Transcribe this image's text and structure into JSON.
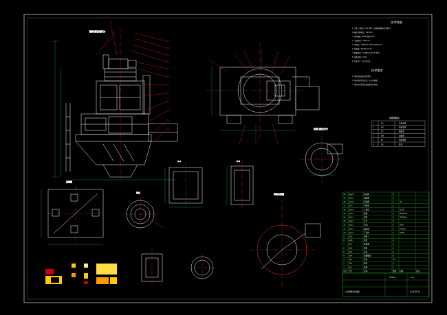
{
  "sheet": {
    "accent_colors": {
      "frame": "#d8d8d8",
      "drawing": "#ffffff",
      "leader": "#ff2020",
      "center_line": "#ff3030",
      "dimension": "#00d8d8",
      "table_green": "#19c419",
      "paint_yellow": "#ffcc00",
      "paint_orange": "#ff9900",
      "paint_red": "#cc0000"
    }
  },
  "technical_requirements": {
    "title": "技术性能",
    "lines": [
      "1. 产量：出料口1.2-1.8t/h（以普通硅酸盐水泥粉计）",
      "2. 最大给料粒度：≤25mm",
      "3. 出料细度：80μm筛余≤5%",
      "4. 主轴转速：180r/min",
      "5. 电动机：Y250M-4  55kW  1480r/min",
      "6. 减速器：ZLY250-31.5-I",
      "7. 配套风机：9-19No.6.3D  18.5kW",
      "8. 设备总重：约12t",
      "9. 外形尺寸：长×宽×高"
    ],
    "notes_title": "技术要求",
    "notes": [
      "1. 本机安装前应清洗零件。",
      "2. 各运动部件应灵活，无卡滞现象。",
      "3. 试车前应检查各部螺栓是否紧固。"
    ]
  },
  "small_table": {
    "title": "电器明细表",
    "rows": [
      [
        "1",
        "M1",
        "主电动机"
      ],
      [
        "2",
        "M2",
        "风机电机"
      ],
      [
        "3",
        "QF",
        "断路器"
      ],
      [
        "4",
        "KM",
        "接触器"
      ],
      [
        "5",
        "FR",
        "热继电器"
      ],
      [
        "6",
        "SB",
        "按钮"
      ]
    ]
  },
  "view_labels": {
    "main_view_note": "整机外形及安装尺寸",
    "foundation_label": "基础图",
    "section_a": "A-A",
    "section_b": "B-B",
    "flange_label": "法兰",
    "fan_label": "风机布置图",
    "fan_detail": "出风口法兰尺寸"
  },
  "bom": {
    "headers": [
      "序号",
      "代号",
      "名称",
      "数量",
      "材料",
      "备注"
    ],
    "rows": [
      [
        "20",
        "GJ-20",
        "电动机",
        "1",
        "",
        ""
      ],
      [
        "19",
        "GJ-19",
        "减速器",
        "1",
        "",
        ""
      ],
      [
        "18",
        "GJ-18",
        "联轴器",
        "1",
        "45",
        ""
      ],
      [
        "17",
        "GJ-17",
        "分级机",
        "1",
        "",
        ""
      ],
      [
        "16",
        "GJ-16",
        "上机体",
        "1",
        "Q235",
        ""
      ],
      [
        "15",
        "GJ-15",
        "磨辊",
        "4",
        "ZG65Mn",
        ""
      ],
      [
        "14",
        "GJ-14",
        "磨环",
        "1",
        "ZG65Mn",
        ""
      ],
      [
        "13",
        "GJ-13",
        "铲刀",
        "2",
        "",
        ""
      ],
      [
        "12",
        "GJ-12",
        "主轴",
        "1",
        "40Cr",
        ""
      ],
      [
        "11",
        "GJ-11",
        "轴承座",
        "1",
        "HT200",
        ""
      ],
      [
        "10",
        "GJ-10",
        "下机体",
        "1",
        "Q235",
        ""
      ],
      [
        "9",
        "GJ-9",
        "进料斗",
        "1",
        "",
        ""
      ],
      [
        "8",
        "GJ-8",
        "风管",
        "1",
        "",
        ""
      ],
      [
        "7",
        "GJ-7",
        "旋风器",
        "1",
        "",
        ""
      ],
      [
        "6",
        "GJ-6",
        "风机",
        "1",
        "",
        ""
      ],
      [
        "5",
        "GJ-5",
        "底座",
        "1",
        "",
        ""
      ],
      [
        "4",
        "GJ-4",
        "地脚螺栓",
        "8",
        "",
        ""
      ],
      [
        "3",
        "GJ-3",
        "垫铁",
        "16",
        "",
        ""
      ],
      [
        "2",
        "GJ-2",
        "油杯",
        "4",
        "",
        ""
      ],
      [
        "1",
        "GJ-1",
        "铭牌",
        "1",
        "",
        ""
      ]
    ],
    "drawing_number": "FM04.0",
    "drawing_name": "立式磨粉机总装图",
    "scale": "1:10",
    "sheet_info": "共1张 第1张"
  }
}
